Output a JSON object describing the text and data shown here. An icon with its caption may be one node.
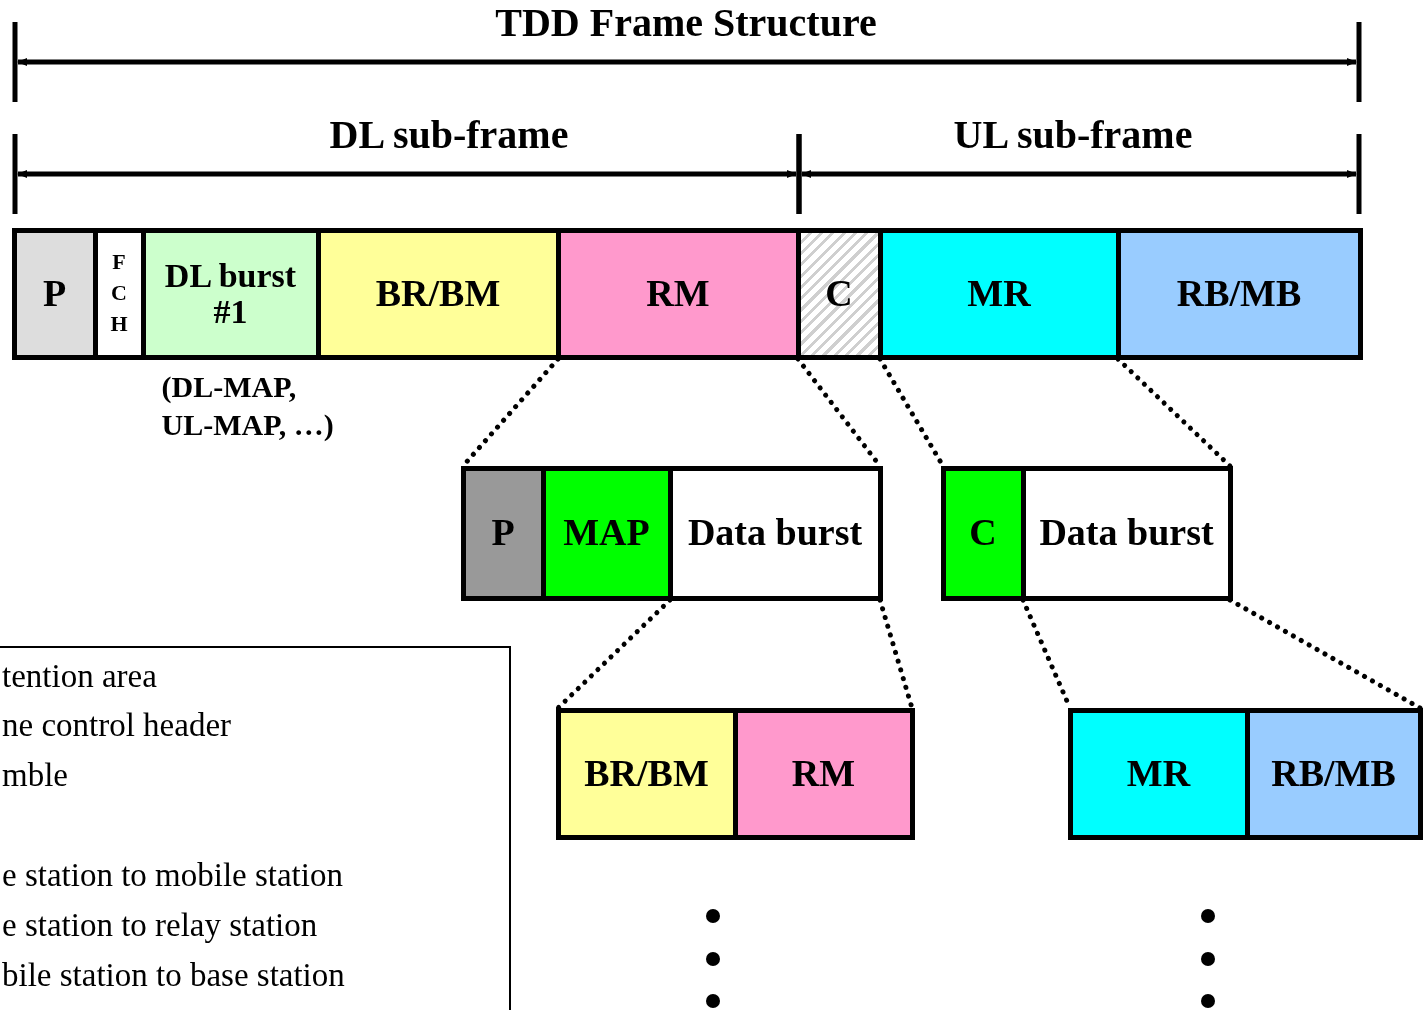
{
  "diagram": {
    "nodes": [
      {
        "text": [
          "P"
        ]
      },
      {
        "text": [
          "F C H"
        ]
      },
      {
        "text": [
          "DL burst #1"
        ],
        "beside": [
          "(DL-MAP, UL-MAP, …)"
        ]
      },
      {
        "text": [
          "BR/BM"
        ]
      },
      {
        "text": [
          "RM"
        ]
      },
      {
        "text": [
          "C"
        ]
      },
      {
        "text": [
          "MR"
        ]
      },
      {
        "text": [
          "RB/MB"
        ]
      },
      {
        "text": [
          "P"
        ]
      },
      {
        "text": [
          "MAP"
        ]
      },
      {
        "text": [
          "Data burst"
        ]
      },
      {
        "text": [
          "C"
        ]
      },
      {
        "text": [
          "Data burst"
        ]
      },
      {
        "text": [
          "BR/BM"
        ]
      },
      {
        "text": [
          "RM"
        ]
      },
      {
        "text": [
          "MR"
        ]
      },
      {
        "text": [
          "RB/MB"
        ]
      }
    ],
    "edges": [
      {
        "from": 4,
        "to": 8,
        "arrow": "none",
        "style": "dashed"
      },
      {
        "from": 4,
        "to": 10,
        "arrow": "none",
        "style": "dashed"
      },
      {
        "from": 6,
        "to": 11,
        "arrow": "none",
        "style": "dashed"
      },
      {
        "from": 6,
        "to": 12,
        "arrow": "none",
        "style": "dashed"
      },
      {
        "from": 10,
        "to": 13,
        "arrow": "none",
        "style": "dashed"
      },
      {
        "from": 10,
        "to": 14,
        "arrow": "none",
        "style": "dashed"
      },
      {
        "from": 12,
        "to": 15,
        "arrow": "none",
        "style": "dashed"
      },
      {
        "from": 12,
        "to": 16,
        "arrow": "none",
        "style": "dashed"
      }
    ],
    "labels": [
      "TDD Frame Structure",
      "DL sub-frame",
      "UL sub-frame",
      "tention area",
      "ne control header",
      "mble",
      "e station to mobile station",
      "e station to relay station",
      "bile station to base station"
    ]
  }
}
